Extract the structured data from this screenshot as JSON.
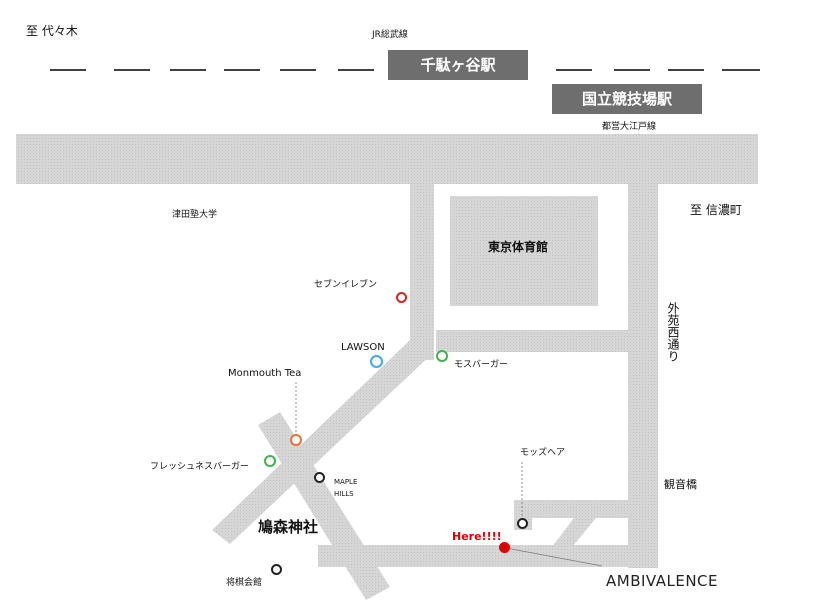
{
  "directions": {
    "to_yoyogi": "至 代々木",
    "to_shinanomachi": "至 信濃町"
  },
  "railways": {
    "jr_line": "JR総武線",
    "oedo_line": "都営大江戸線"
  },
  "stations": {
    "sendagaya": "千駄ヶ谷駅",
    "kokuritsu": "国立競技場駅"
  },
  "roads": {
    "gaien_nishi": "外苑西通り"
  },
  "buildings": {
    "gymnasium": "東京体育館",
    "shrine": "鳩森神社"
  },
  "places": {
    "tsuda": "津田塾大学",
    "seven_eleven": "セブンイレブン",
    "lawson": "LAWSON",
    "mos": "モスバーガー",
    "monmouth": "Monmouth Tea",
    "freshness": "フレッシュネスバーガー",
    "maple_hills_1": "MAPLE",
    "maple_hills_2": "HILLS",
    "shogi": "将棋会館",
    "mods": "モッズヘア",
    "kannonbashi": "観音橋"
  },
  "destination": {
    "here": "Here!!!!",
    "name": "AMBIVALENCE"
  },
  "colors": {
    "road": "#d2d2d2",
    "station_box": "#6e6e6e",
    "seven_eleven": "#e02020",
    "lawson": "#3fa9f5",
    "mos": "#3cb44b",
    "monmouth": "#f07030",
    "freshness": "#3cb44b",
    "neutral_pin": "#222222",
    "here": "#e00000"
  }
}
